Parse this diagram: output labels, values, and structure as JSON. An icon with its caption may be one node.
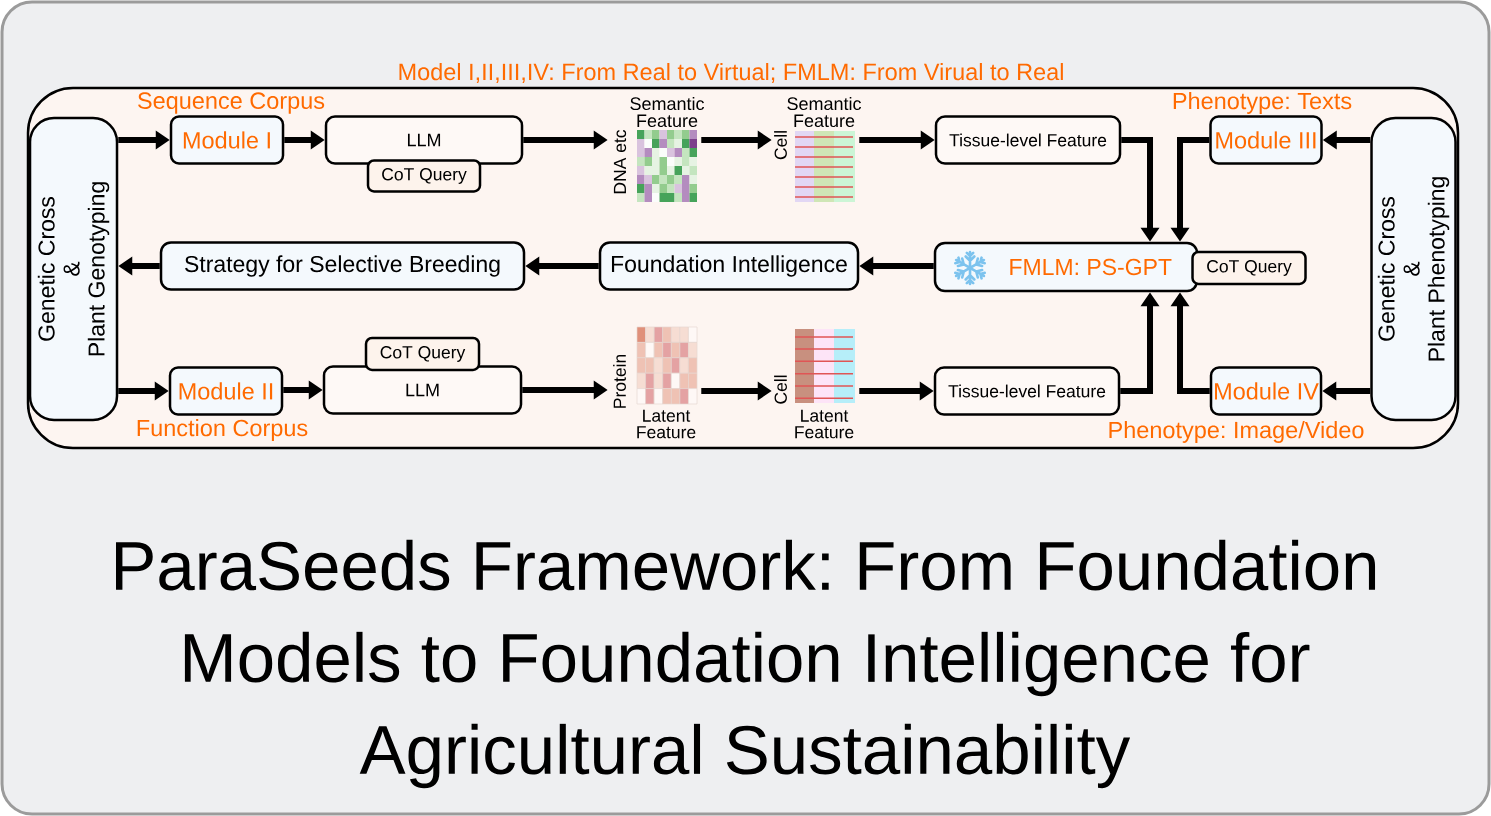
{
  "diagram": {
    "caption": "ParaSeeds Framework: From Foundation Models to Foundation Intelligence for Agricultural Sustainability",
    "nodes": [
      {
        "text": [
          "Model I,II,III,IV: From Real to Virtual; FMLM: From Virual to Real"
        ]
      },
      {
        "text": [
          "Genetic Cross & Plant Genotyping"
        ],
        "in": 0
      },
      {
        "text": [
          "Module I"
        ],
        "beside": [
          "Sequence Corpus"
        ],
        "in": 0
      },
      {
        "text": [
          "LLM"
        ],
        "in": 0
      },
      {
        "text": [
          "CoT Query"
        ],
        "in": 0
      },
      {
        "text": [],
        "shape": "picture",
        "beside": [
          "Semantic Feature",
          "DNA etc"
        ],
        "in": 0
      },
      {
        "text": [],
        "shape": "picture",
        "beside": [
          "Semantic Feature",
          "Cell"
        ],
        "in": 0
      },
      {
        "text": [
          "Tissue-level Feature"
        ],
        "in": 0
      },
      {
        "text": [
          "Module III"
        ],
        "beside": [
          "Phenotype: Texts"
        ],
        "in": 0
      },
      {
        "text": [
          "Genetic Cross & Plant Phenotyping"
        ],
        "in": 0
      },
      {
        "text": [
          "Strategy for Selective Breeding"
        ],
        "in": 0
      },
      {
        "text": [
          "Foundation Intelligence"
        ],
        "in": 0
      },
      {
        "text": [
          "FMLM: PS-GPT"
        ],
        "in": 0
      },
      {
        "text": [
          "CoT Query"
        ],
        "in": 0
      },
      {
        "text": [
          "Module II"
        ],
        "beside": [
          "Function Corpus"
        ],
        "in": 0
      },
      {
        "text": [
          "LLM"
        ],
        "in": 0
      },
      {
        "text": [
          "CoT Query"
        ],
        "in": 0
      },
      {
        "text": [],
        "shape": "picture",
        "beside": [
          "Protein",
          "Latent Feature"
        ],
        "in": 0
      },
      {
        "text": [],
        "shape": "picture",
        "beside": [
          "Cell",
          "Latent Feature"
        ],
        "in": 0
      },
      {
        "text": [
          "Tissue-level Feature"
        ],
        "in": 0
      },
      {
        "text": [
          "Module IV"
        ],
        "beside": [
          "Phenotype: Image/Video"
        ],
        "in": 0
      }
    ],
    "edges": [
      {
        "from": 1,
        "to": 2,
        "arrow": "to"
      },
      {
        "from": 2,
        "to": 3,
        "arrow": "to"
      },
      {
        "from": 3,
        "to": 5,
        "arrow": "to"
      },
      {
        "from": 5,
        "to": 6,
        "arrow": "to"
      },
      {
        "from": 6,
        "to": 7,
        "arrow": "to"
      },
      {
        "from": 7,
        "to": 12,
        "arrow": "to"
      },
      {
        "from": 9,
        "to": 8,
        "arrow": "to"
      },
      {
        "from": 8,
        "to": 12,
        "arrow": "to"
      },
      {
        "from": 12,
        "to": 11,
        "arrow": "to"
      },
      {
        "from": 11,
        "to": 10,
        "arrow": "to"
      },
      {
        "from": 10,
        "to": 1,
        "arrow": "to"
      },
      {
        "from": 1,
        "to": 14,
        "arrow": "to"
      },
      {
        "from": 14,
        "to": 15,
        "arrow": "to"
      },
      {
        "from": 15,
        "to": 17,
        "arrow": "to"
      },
      {
        "from": 17,
        "to": 18,
        "arrow": "to"
      },
      {
        "from": 18,
        "to": 19,
        "arrow": "to"
      },
      {
        "from": 19,
        "to": 12,
        "arrow": "to"
      },
      {
        "from": 9,
        "to": 20,
        "arrow": "to"
      },
      {
        "from": 20,
        "to": 12,
        "arrow": "to"
      }
    ]
  }
}
